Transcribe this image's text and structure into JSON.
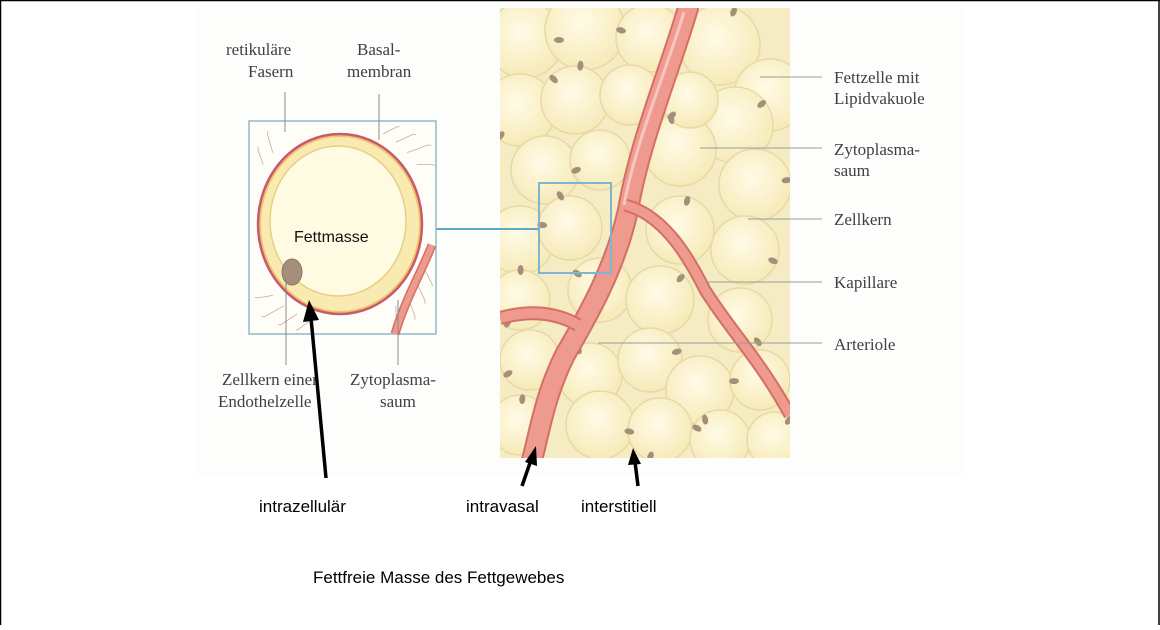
{
  "inset_labels": {
    "reticular_fibers": [
      "retikuläre",
      "Fasern"
    ],
    "basement_membrane": [
      "Basal-",
      "membran"
    ],
    "endothelial_nucleus": [
      "Zellkern einer",
      "Endothelzelle"
    ],
    "cytoplasm_rim": [
      "Zytoplasma-",
      "saum"
    ],
    "fat_mass": "Fettmasse"
  },
  "tissue_labels": {
    "fat_cell": [
      "Fettzelle mit",
      "Lipidvakuole"
    ],
    "cytoplasm_rim": [
      "Zytoplasma-",
      "saum"
    ],
    "nucleus": "Zellkern",
    "capillary": "Kapillare",
    "arteriole": "Arteriole"
  },
  "compartments": {
    "intracellular": "intrazellulär",
    "intravascular": "intravasal",
    "interstitial": "interstitiell"
  },
  "caption": "Fettfreie Masse des Fettgewebes",
  "colors": {
    "fat_cell_fill": "#fbf3cf",
    "fat_cell_outline": "#e7d9a6",
    "vessel": "#ef9a8f",
    "vessel_edge": "#d46f65",
    "nucleus": "#a48f7a",
    "box_outline": "#7fb6cf",
    "arrow_blue": "#5aa9c6",
    "frame_line": "#000000"
  }
}
